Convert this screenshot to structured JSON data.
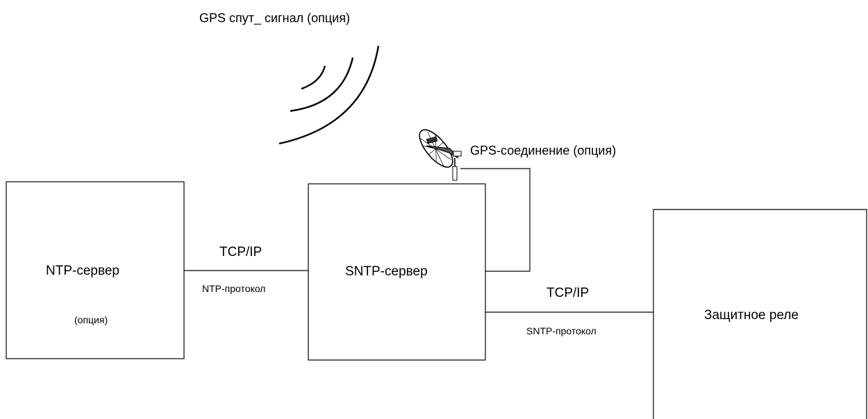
{
  "diagram": {
    "gps_signal_label": "GPS спут_ сигнал (опция)",
    "gps_connection_label": "GPS-соединение (опция)",
    "ntp_server": {
      "title": "NTP-сервер",
      "subtitle": "(опция)"
    },
    "sntp_server": {
      "title": "SNTP-сервер"
    },
    "protection_relay": {
      "title": "Защитное реле"
    },
    "link_ntp_sntp": {
      "transport": "TCP/IP",
      "protocol": "NTP-протокол"
    },
    "link_sntp_relay": {
      "transport": "TCP/IP",
      "protocol": "SNTP-протокол"
    },
    "icons": {
      "signal": "satellite-signal-waves-icon",
      "antenna": "satellite-dish-icon"
    },
    "colors": {
      "line": "#000000",
      "background": "#ffffff"
    }
  }
}
